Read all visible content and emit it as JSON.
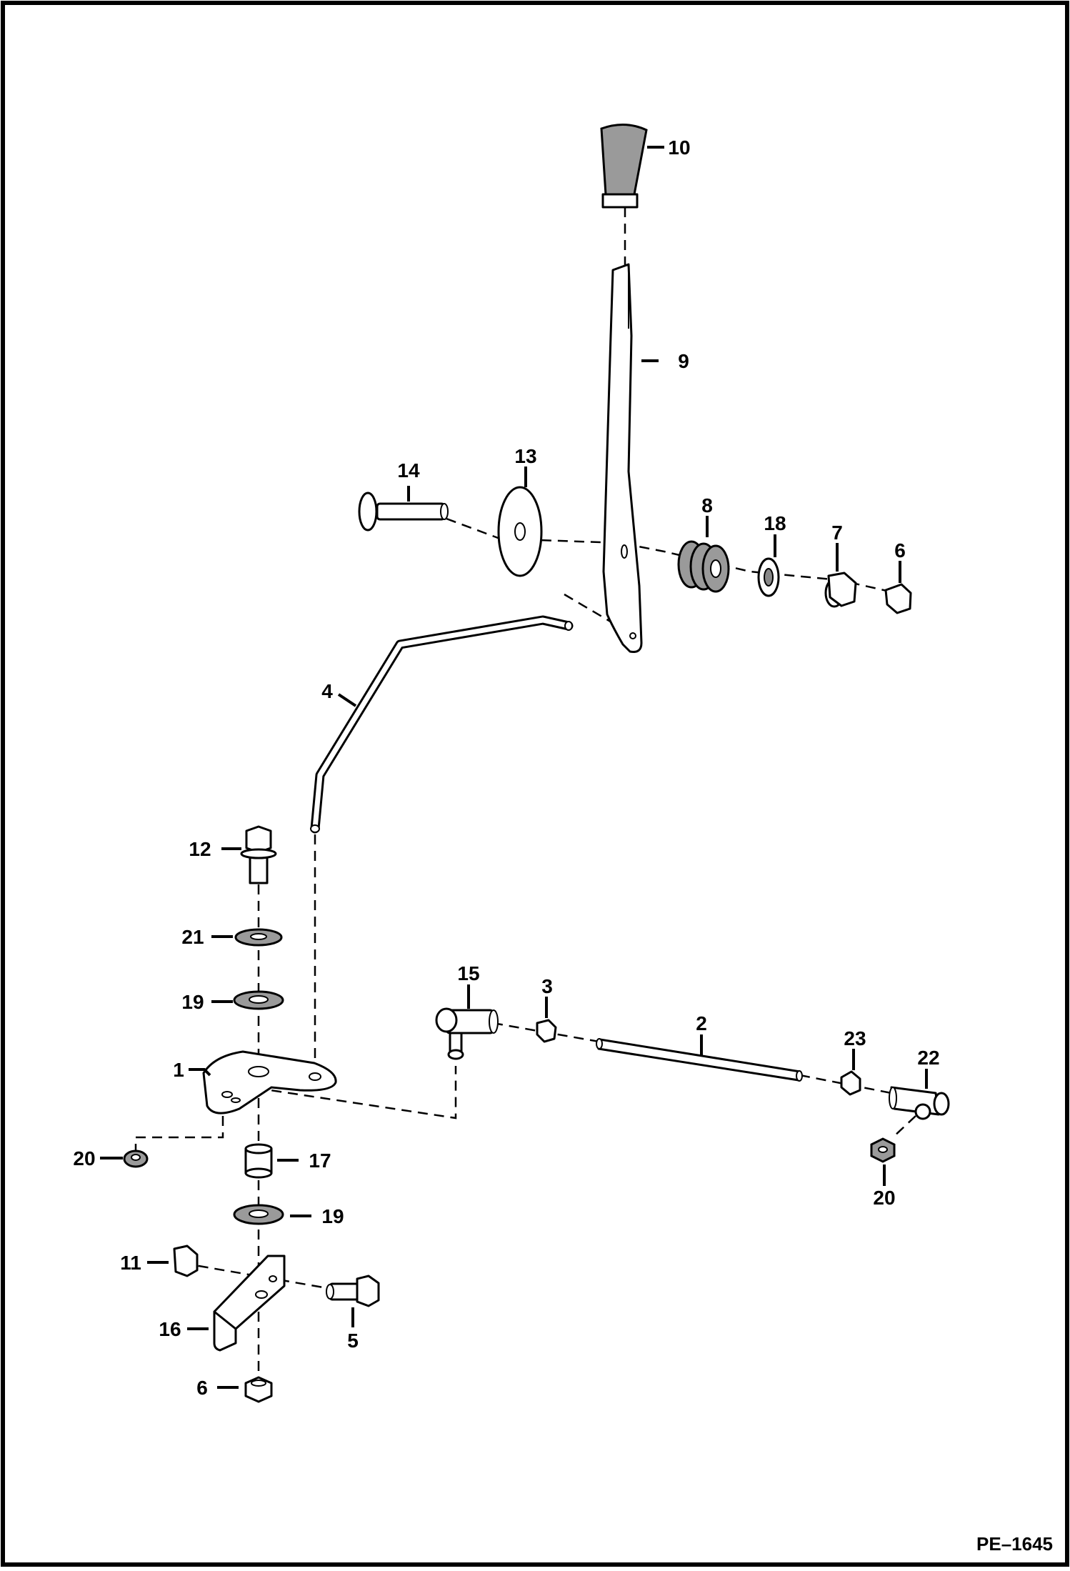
{
  "figure_code": "PE–1645",
  "callouts": [
    {
      "id": "c10",
      "text": "10"
    },
    {
      "id": "c9",
      "text": "9"
    },
    {
      "id": "c14",
      "text": "14"
    },
    {
      "id": "c13",
      "text": "13"
    },
    {
      "id": "c8",
      "text": "8"
    },
    {
      "id": "c18",
      "text": "18"
    },
    {
      "id": "c7",
      "text": "7"
    },
    {
      "id": "c6a",
      "text": "6"
    },
    {
      "id": "c4",
      "text": "4"
    },
    {
      "id": "c12",
      "text": "12"
    },
    {
      "id": "c21",
      "text": "21"
    },
    {
      "id": "c19a",
      "text": "19"
    },
    {
      "id": "c15",
      "text": "15"
    },
    {
      "id": "c3",
      "text": "3"
    },
    {
      "id": "c2",
      "text": "2"
    },
    {
      "id": "c23",
      "text": "23"
    },
    {
      "id": "c22",
      "text": "22"
    },
    {
      "id": "c1",
      "text": "1"
    },
    {
      "id": "c20a",
      "text": "20"
    },
    {
      "id": "c17",
      "text": "17"
    },
    {
      "id": "c20b",
      "text": "20"
    },
    {
      "id": "c19b",
      "text": "19"
    },
    {
      "id": "c11",
      "text": "11"
    },
    {
      "id": "c5",
      "text": "5"
    },
    {
      "id": "c16",
      "text": "16"
    },
    {
      "id": "c6b",
      "text": "6"
    }
  ]
}
